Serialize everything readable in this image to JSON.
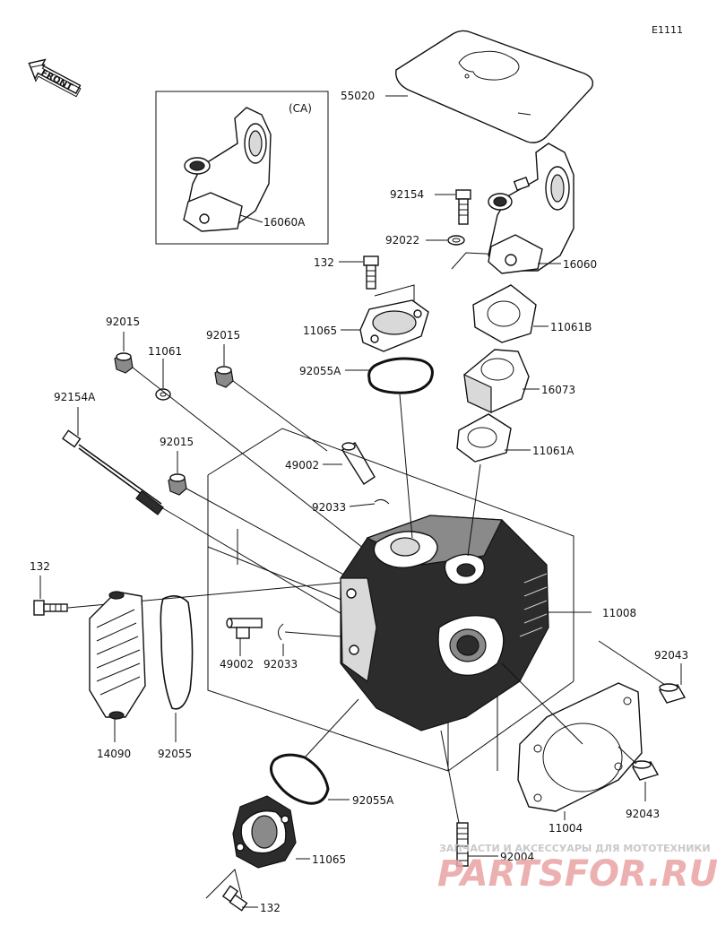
{
  "diagram_code": "E1111",
  "front_label": "FRONT",
  "inset_label": "(CA)",
  "parts": {
    "p55020": "55020",
    "p92154": "92154",
    "p92022": "92022",
    "p16060": "16060",
    "p16060A": "16060A",
    "p132_top": "132",
    "p11065_top": "11065",
    "p11061B": "11061B",
    "p92055A_top": "92055A",
    "p16073": "16073",
    "p92015_a": "92015",
    "p11061": "11061",
    "p92015_b": "92015",
    "p92154A": "92154A",
    "p11061A": "11061A",
    "p92015_c": "92015",
    "p49002_top": "49002",
    "p92033_top": "92033",
    "p132_left": "132",
    "p11008": "11008",
    "p49002_mid": "49002",
    "p92033_mid": "92033",
    "p92043_top": "92043",
    "p14090": "14090",
    "p92055": "92055",
    "p92055A_bot": "92055A",
    "p11004": "11004",
    "p92043_bot": "92043",
    "p92004": "92004",
    "p11065_bot": "11065",
    "p132_bot": "132"
  },
  "watermark": {
    "tagline": "ЗАПЧАСТИ И АКСЕССУАРЫ ДЛЯ МОТОТЕХНИКИ",
    "brand": "PARTSFOR.RU"
  }
}
